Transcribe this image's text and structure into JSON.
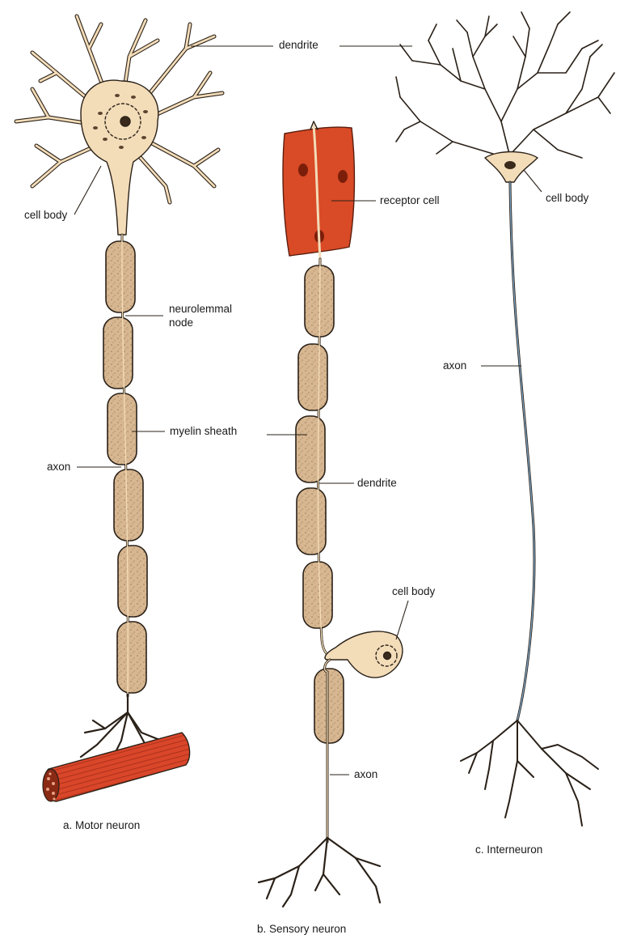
{
  "labels": {
    "dendrite_top": "dendrite",
    "motor_cell_body": "cell body",
    "neurolemmal_node_1": "neurolemmal",
    "neurolemmal_node_2": "node",
    "myelin_sheath": "myelin sheath",
    "motor_axon": "axon",
    "receptor_cell": "receptor cell",
    "sensory_dendrite": "dendrite",
    "sensory_cell_body": "cell body",
    "sensory_axon": "axon",
    "inter_cell_body": "cell body",
    "inter_axon": "axon"
  },
  "captions": {
    "motor": "a. Motor neuron",
    "sensory": "b. Sensory neuron",
    "inter": "c. Interneuron"
  },
  "colors": {
    "neuron_fill": "#f3dcb8",
    "myelin_fill": "#d6b48e",
    "outline": "#2a2118",
    "receptor": "#d94a26",
    "muscle": "#c8431f",
    "inter_axon": "#7fa7c8"
  }
}
